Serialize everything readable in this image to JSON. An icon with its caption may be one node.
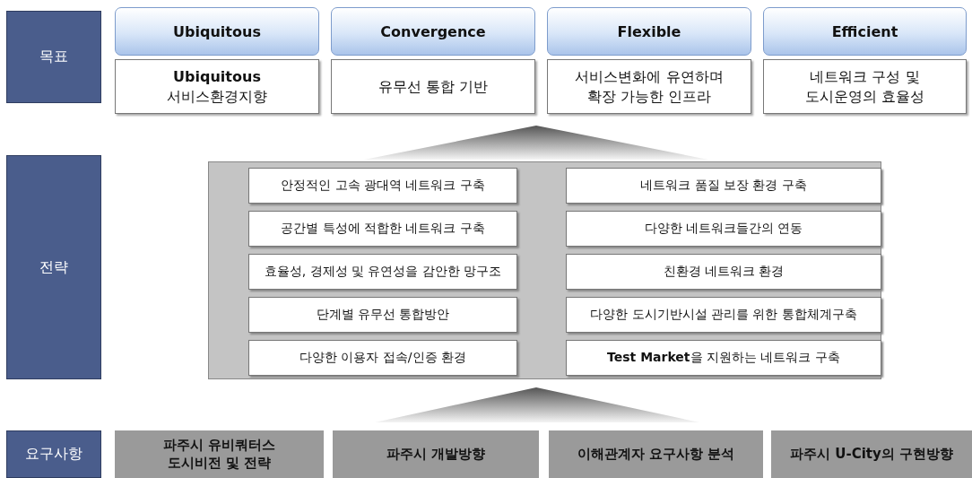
{
  "diagram": {
    "nodes": [
      {
        "text": [
          "목표"
        ]
      },
      {
        "text": [
          "Ubiquitous"
        ]
      },
      {
        "text": [
          "Convergence"
        ]
      },
      {
        "text": [
          "Flexible"
        ]
      },
      {
        "text": [
          "Efficient"
        ]
      },
      {
        "text": [
          "**Ubiquitous** 서비스환경지향"
        ]
      },
      {
        "text": [
          "유무선 통합 기반"
        ]
      },
      {
        "text": [
          "서비스변화에 유연하며 확장 가능한 인프라"
        ]
      },
      {
        "text": [
          "네트워크 구성 및 도시운영의 효율성"
        ]
      },
      {
        "text": [
          "전략"
        ]
      },
      {
        "text": [],
        "shape": "box"
      },
      {
        "text": [
          "안정적인 고속 광대역 네트워크 구축"
        ],
        "in": 10
      },
      {
        "text": [
          "네트워크 품질 보장 환경 구축"
        ],
        "in": 10
      },
      {
        "text": [
          "공간별 특성에 적합한 네트워크 구축"
        ],
        "in": 10
      },
      {
        "text": [
          "다양한 네트워크들간의 연동"
        ],
        "in": 10
      },
      {
        "text": [
          "효율성, 경제성 및 유연성을 감안한 망구조"
        ],
        "in": 10
      },
      {
        "text": [
          "친환경 네트워크 환경"
        ],
        "in": 10
      },
      {
        "text": [
          "단계별 유무선 통합방안"
        ],
        "in": 10
      },
      {
        "text": [
          "다양한 도시기반시설 관리를 위한 통합체계구축"
        ],
        "in": 10
      },
      {
        "text": [
          "다양한 이용자 접속/인증 환경"
        ],
        "in": 10
      },
      {
        "text": [
          "**Test Market**을 지원하는 네트워크 구축"
        ],
        "in": 10
      },
      {
        "text": [
          "요구사항"
        ]
      },
      {
        "text": [
          "파주시 유비쿼터스 도시비전 및 전략"
        ]
      },
      {
        "text": [
          "파주시 개발방향"
        ]
      },
      {
        "text": [
          "이해관계자 요구사항 분석"
        ]
      },
      {
        "text": [
          "파주시 U-City의 구현방향"
        ]
      }
    ]
  }
}
